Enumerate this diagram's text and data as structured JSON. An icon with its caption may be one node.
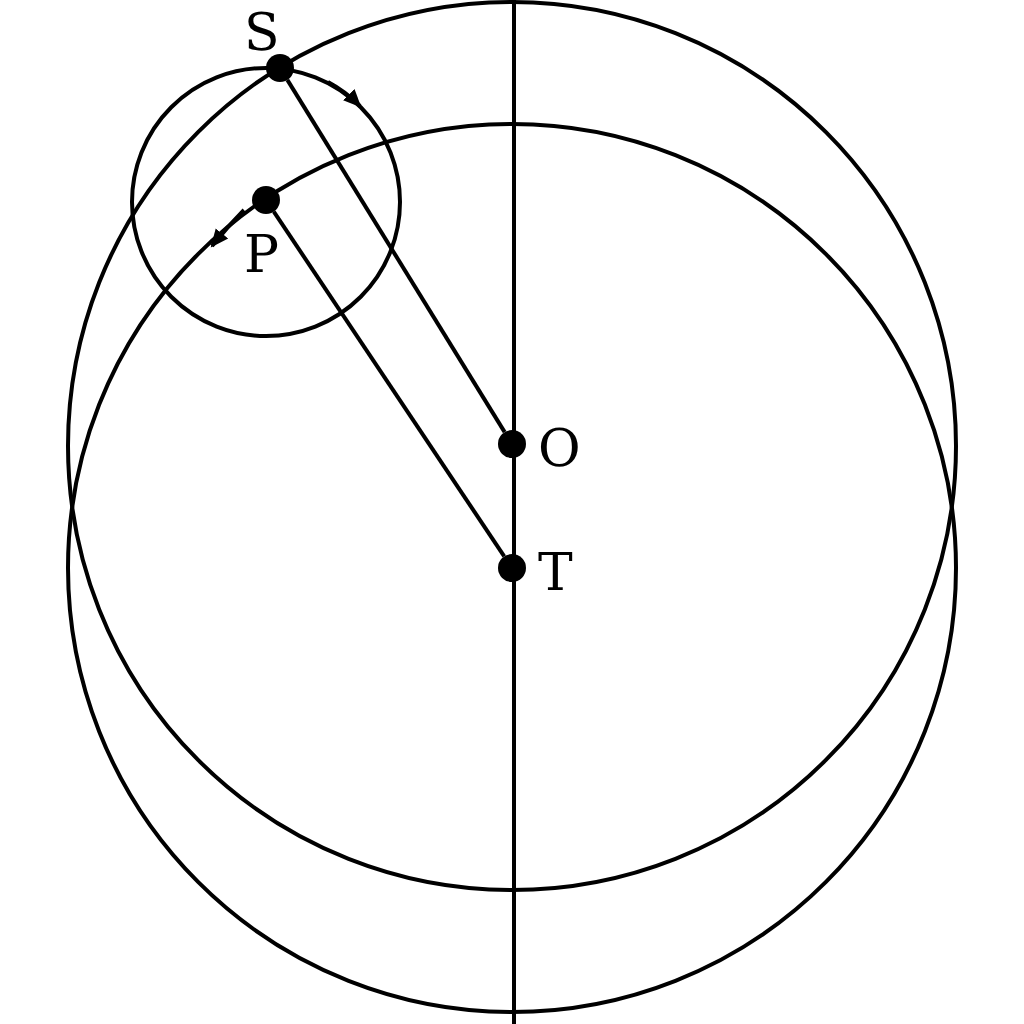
{
  "diagram": {
    "nodes": [
      {
        "text": [
          "S"
        ]
      },
      {
        "text": [
          "P"
        ]
      },
      {
        "text": [
          "O"
        ]
      },
      {
        "text": [
          "T"
        ]
      }
    ],
    "edges": [
      {
        "from": 0,
        "to": 2,
        "arrow": "none"
      },
      {
        "from": 1,
        "to": 3,
        "arrow": "none"
      }
    ]
  }
}
